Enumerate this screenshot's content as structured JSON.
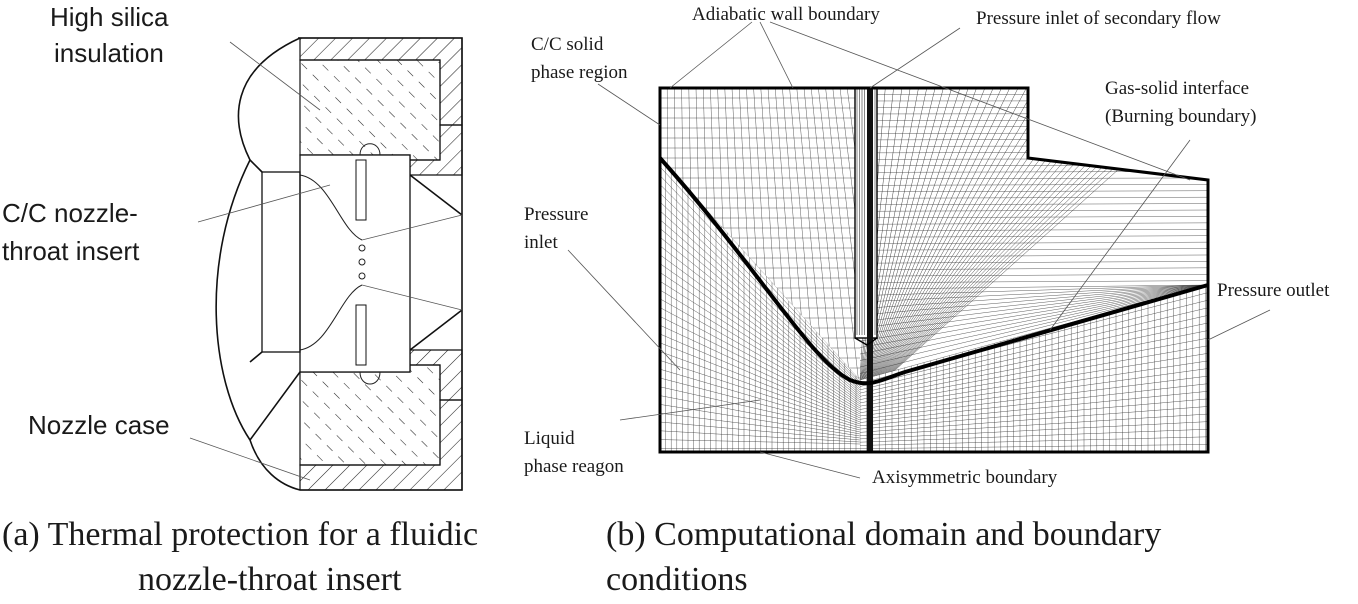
{
  "panel_a": {
    "labels": {
      "insulation_line1": "High silica",
      "insulation_line2": "insulation",
      "insert_line1": "C/C nozzle-",
      "insert_line2": "throat insert",
      "case": "Nozzle case"
    },
    "caption_line1": "(a) Thermal protection for a fluidic",
    "caption_line2": "nozzle-throat insert"
  },
  "panel_b": {
    "labels": {
      "adiabatic": "Adiabatic wall boundary",
      "secondary_inlet": "Pressure inlet of secondary flow",
      "cc_solid_line1": "C/C solid",
      "cc_solid_line2": "phase region",
      "gas_solid_line1": "Gas-solid interface",
      "gas_solid_line2": "(Burning boundary)",
      "pressure_inlet_line1": "Pressure",
      "pressure_inlet_line2": "inlet",
      "pressure_outlet": "Pressure outlet",
      "liquid_line1": "Liquid",
      "liquid_line2": "phase reagon",
      "axisymmetric": "Axisymmetric boundary"
    },
    "caption_line1": "(b) Computational domain and boundary",
    "caption_line2": "conditions"
  }
}
